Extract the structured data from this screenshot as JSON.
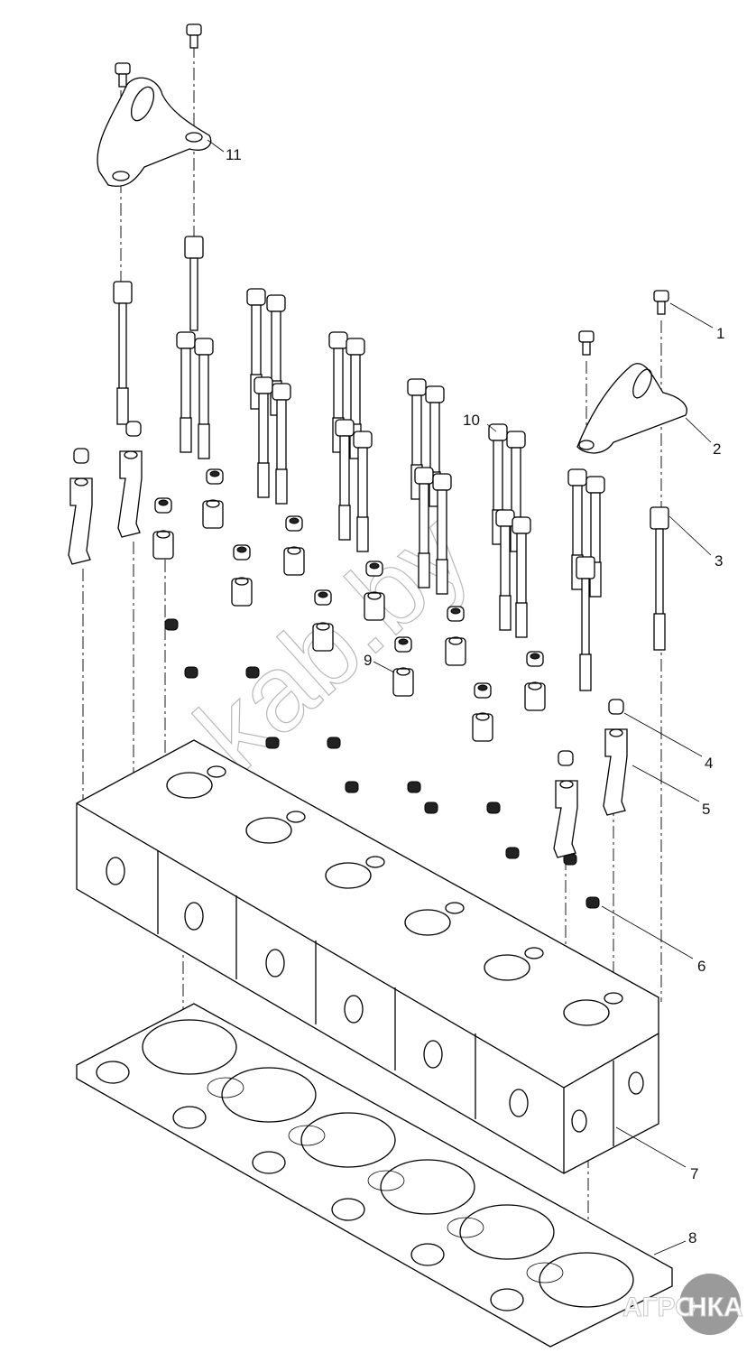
{
  "diagram": {
    "title": "Cylinder head assembly (exploded view)",
    "callouts": [
      {
        "id": "1",
        "label": "1",
        "part": "flange bolt"
      },
      {
        "id": "2",
        "label": "2",
        "part": "lifting eye bracket (rear)"
      },
      {
        "id": "3",
        "label": "3",
        "part": "long head stud"
      },
      {
        "id": "4",
        "label": "4",
        "part": "nut"
      },
      {
        "id": "5",
        "label": "5",
        "part": "rocker support bracket"
      },
      {
        "id": "6",
        "label": "6",
        "part": "valve stem seal"
      },
      {
        "id": "7",
        "label": "7",
        "part": "cylinder head"
      },
      {
        "id": "8",
        "label": "8",
        "part": "cylinder head gasket"
      },
      {
        "id": "9",
        "label": "9",
        "part": "spacer sleeve"
      },
      {
        "id": "10",
        "label": "10",
        "part": "cylinder head bolt"
      },
      {
        "id": "11",
        "label": "11",
        "part": "lifting eye bracket (front)"
      }
    ],
    "cylinders": 6
  },
  "watermark": {
    "text": "nkab.by"
  },
  "logo": {
    "left": "АГРО",
    "right": "НКА",
    "color": "#9a9a9a"
  }
}
